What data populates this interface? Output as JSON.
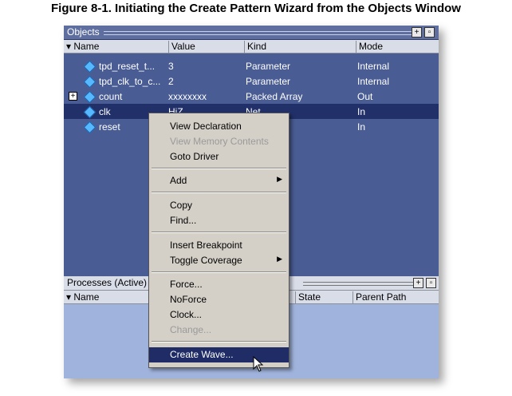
{
  "caption": "Figure 8-1. Initiating the Create Pattern Wizard from the Objects Window",
  "objects_window": {
    "title": "Objects",
    "columns": [
      "Name",
      "Value",
      "Kind",
      "Mode"
    ],
    "rows": [
      {
        "name": "tpd_reset_t...",
        "value": "3",
        "kind": "Parameter",
        "mode": "Internal"
      },
      {
        "name": "tpd_clk_to_c...",
        "value": "2",
        "kind": "Parameter",
        "mode": "Internal"
      },
      {
        "name": "count",
        "value": "xxxxxxxx",
        "kind": "Packed Array",
        "mode": "Out"
      },
      {
        "name": "clk",
        "value": "HiZ",
        "kind": "Net",
        "mode": "In"
      },
      {
        "name": "reset",
        "value": "",
        "kind": "",
        "mode": "In"
      }
    ]
  },
  "processes_window": {
    "title": "Processes (Active)",
    "columns": [
      "Name",
      "State",
      "Parent Path"
    ]
  },
  "context_menu": {
    "items": [
      {
        "label": "View Declaration",
        "enabled": true
      },
      {
        "label": "View Memory Contents",
        "enabled": false
      },
      {
        "label": "Goto Driver",
        "enabled": true
      },
      {
        "label": "Add",
        "enabled": true,
        "submenu": true
      },
      {
        "label": "Copy",
        "enabled": true
      },
      {
        "label": "Find...",
        "enabled": true
      },
      {
        "label": "Insert Breakpoint",
        "enabled": true
      },
      {
        "label": "Toggle Coverage",
        "enabled": true,
        "submenu": true
      },
      {
        "label": "Force...",
        "enabled": true
      },
      {
        "label": "NoForce",
        "enabled": true
      },
      {
        "label": "Clock...",
        "enabled": true
      },
      {
        "label": "Change...",
        "enabled": false
      },
      {
        "label": "Create Wave...",
        "enabled": true,
        "highlighted": true
      }
    ]
  },
  "colors": {
    "panel_bg": "#4a5c94",
    "selection": "#22306a",
    "menu_highlight": "#1f2c66"
  }
}
